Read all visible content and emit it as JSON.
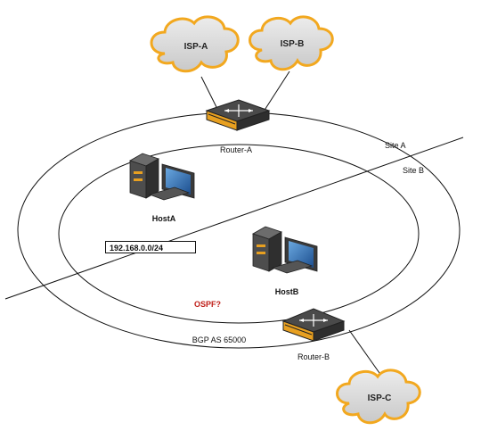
{
  "clouds": {
    "isp_a": "ISP-A",
    "isp_b": "ISP-B",
    "isp_c": "ISP-C"
  },
  "routers": {
    "router_a": "Router-A",
    "router_b": "Router-B"
  },
  "hosts": {
    "host_a": "HostA",
    "host_b": "HostB"
  },
  "sites": {
    "site_a": "Site A",
    "site_b": "Site B"
  },
  "subnet": "192.168.0.0/24",
  "protocol": "OSPF?",
  "bgp": "BGP AS 65000",
  "colors": {
    "cloud_fill": "#d9d9d9",
    "cloud_edge": "#f2a81f",
    "router_body": "#3a3a3a",
    "router_stripe": "#e8a020",
    "ospf_text": "#c0201a"
  }
}
